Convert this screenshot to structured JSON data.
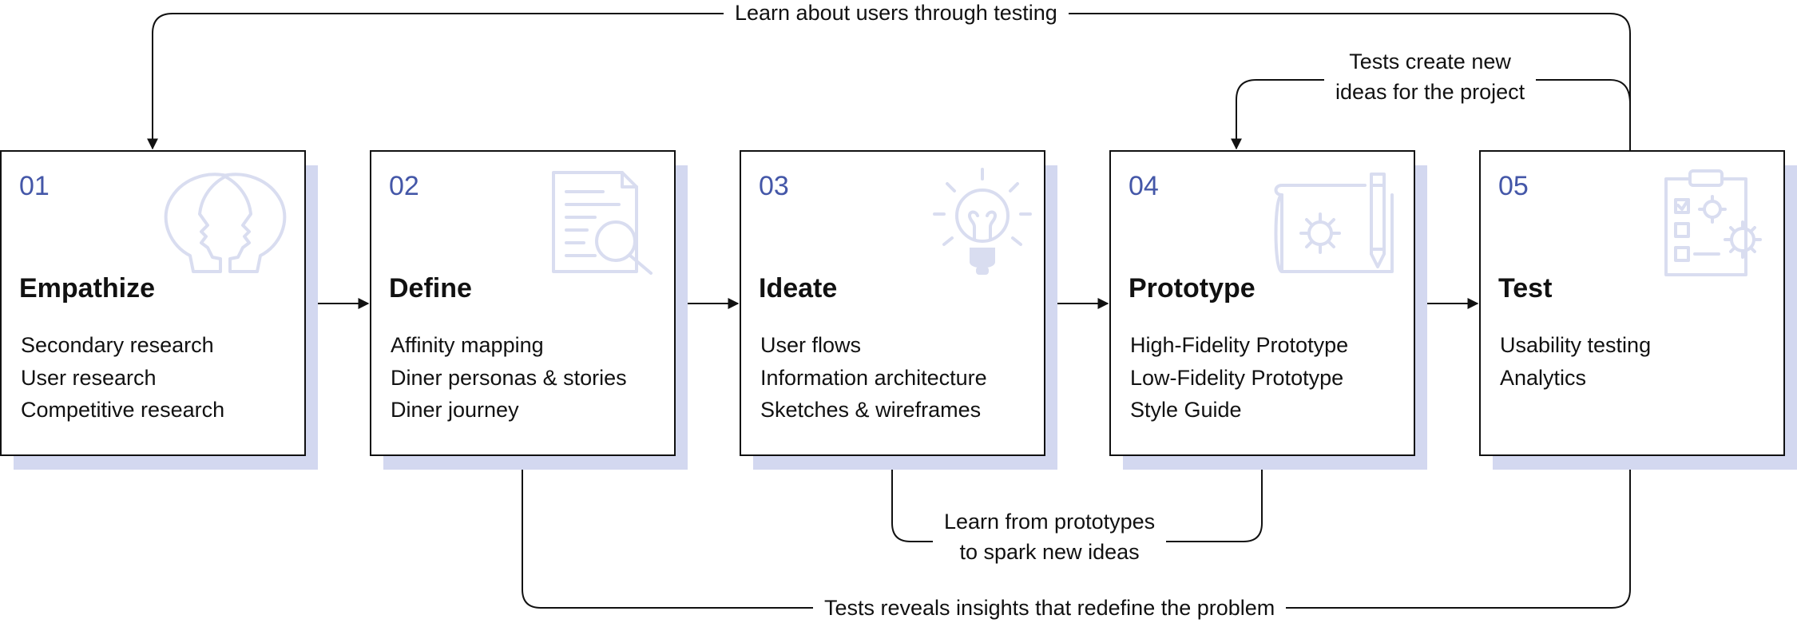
{
  "colors": {
    "accent": "#4457a8",
    "shadow": "#d3d8f0",
    "icon": "#d9ddf0",
    "line": "#111111"
  },
  "steps": [
    {
      "number": "01",
      "title": "Empathize",
      "icon": "two-heads-icon",
      "items": [
        "Secondary research",
        "User research",
        "Competitive research"
      ]
    },
    {
      "number": "02",
      "title": "Define",
      "icon": "document-magnifier-icon",
      "items": [
        "Affinity mapping",
        "Diner personas & stories",
        "Diner journey"
      ]
    },
    {
      "number": "03",
      "title": "Ideate",
      "icon": "lightbulb-icon",
      "items": [
        "User flows",
        "Information architecture",
        "Sketches & wireframes"
      ]
    },
    {
      "number": "04",
      "title": "Prototype",
      "icon": "blueprint-pencil-icon",
      "items": [
        "High-Fidelity Prototype",
        "Low-Fidelity Prototype",
        "Style Guide"
      ]
    },
    {
      "number": "05",
      "title": "Test",
      "icon": "checklist-gears-icon",
      "items": [
        "Usability testing",
        "Analytics"
      ]
    }
  ],
  "loops": {
    "top": [
      "Learn about users through testing"
    ],
    "prototype_feedback": [
      "Tests create new",
      "ideas for the project"
    ],
    "ideate_feedback": [
      "Learn from prototypes",
      "to spark new ideas"
    ],
    "define_feedback": [
      "Tests reveals insights that redefine the problem"
    ]
  }
}
